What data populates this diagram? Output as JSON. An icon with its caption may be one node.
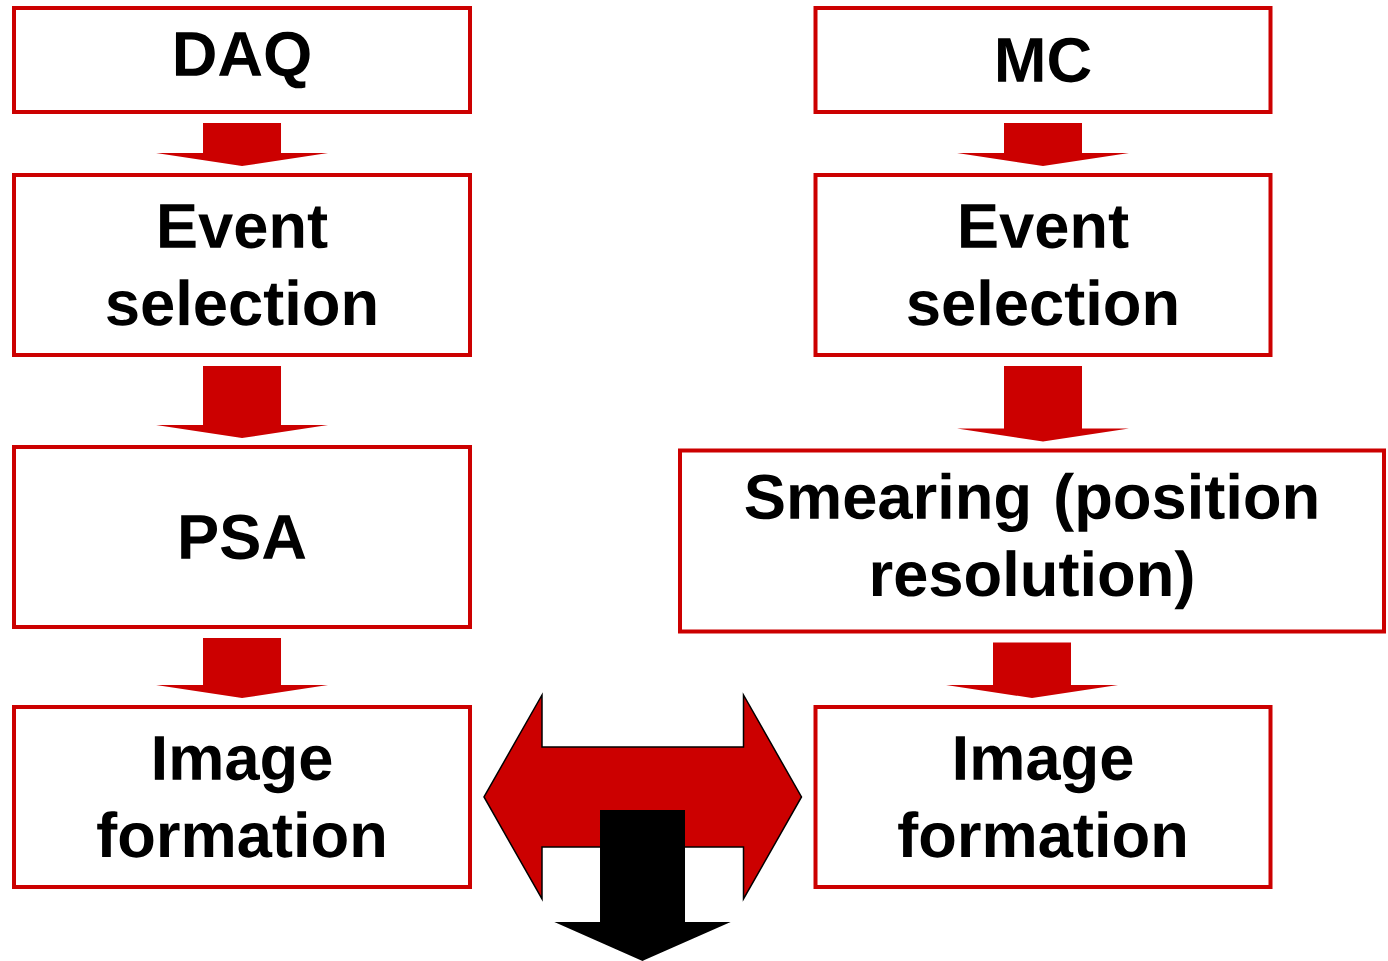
{
  "diagram": {
    "nodes": [
      {
        "text": [
          "DAQ"
        ]
      },
      {
        "text": [
          "Event selection"
        ]
      },
      {
        "text": [
          "PSA"
        ]
      },
      {
        "text": [
          "Image formation"
        ]
      },
      {
        "text": [
          "MC"
        ]
      },
      {
        "text": [
          "Event selection"
        ]
      },
      {
        "text": [
          "Smearing (position resolution)"
        ]
      },
      {
        "text": [
          "Image formation"
        ]
      }
    ],
    "edges": [
      {
        "from": 0,
        "to": 1,
        "arrow": "to"
      },
      {
        "from": 1,
        "to": 2,
        "arrow": "to"
      },
      {
        "from": 2,
        "to": 3,
        "arrow": "to"
      },
      {
        "from": 4,
        "to": 5,
        "arrow": "to"
      },
      {
        "from": 5,
        "to": 6,
        "arrow": "to"
      },
      {
        "from": 6,
        "to": 7,
        "arrow": "to"
      },
      {
        "from": 3,
        "to": 7,
        "arrow": "both"
      }
    ]
  }
}
